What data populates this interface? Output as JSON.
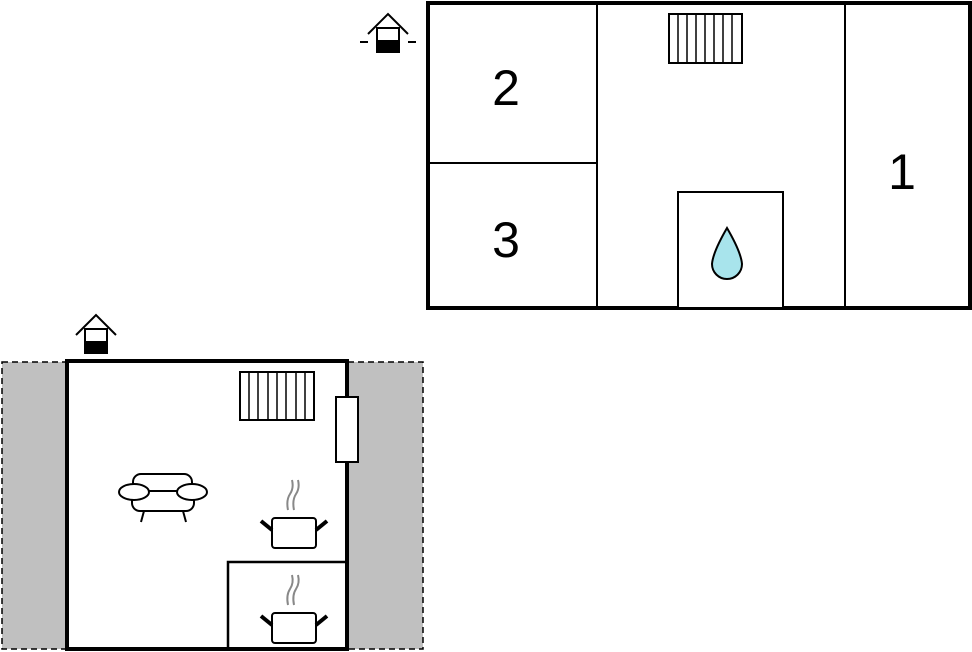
{
  "floor_upper": {
    "rooms": [
      {
        "label": "1",
        "type": "bedroom"
      },
      {
        "label": "2",
        "type": "bedroom"
      },
      {
        "label": "3",
        "type": "bedroom"
      }
    ],
    "icons": [
      "entrance-icon",
      "radiator-icon",
      "water-drop-icon"
    ]
  },
  "floor_ground": {
    "icons": [
      "entrance-icon",
      "radiator-icon",
      "window-icon",
      "sofa-icon",
      "kitchen-pot-icon",
      "kitchen-pot-icon"
    ]
  },
  "colors": {
    "wall": "#000000",
    "terrace": "#c0c0c0",
    "water": "#a8e4ec",
    "steam": "#888888"
  }
}
